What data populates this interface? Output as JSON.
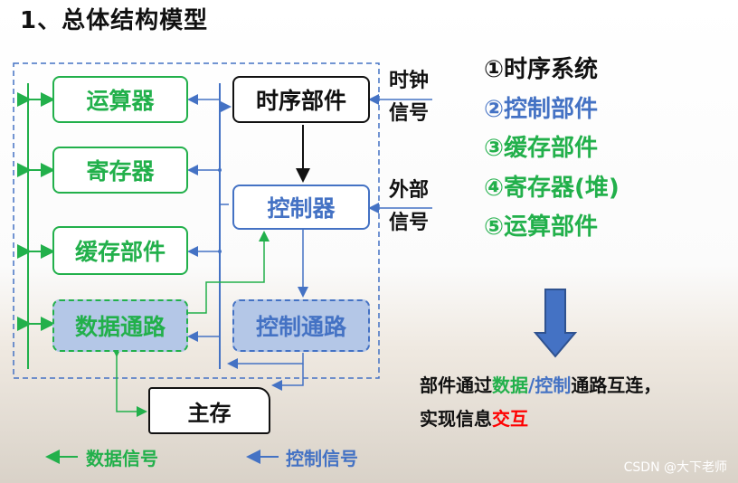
{
  "title": "1、总体结构模型",
  "boxes": {
    "alu": "运算器",
    "register": "寄存器",
    "cache": "缓存部件",
    "data_path": "数据通路",
    "timing": "时序部件",
    "controller": "控制器",
    "control_path": "控制通路",
    "memory": "主存"
  },
  "signals": {
    "clock_line1": "时钟",
    "clock_line2": "信号",
    "external_line1": "外部",
    "external_line2": "信号"
  },
  "systems": [
    {
      "text": "①时序系统",
      "color": "#111111"
    },
    {
      "text": "②控制部件",
      "color": "#4472c4"
    },
    {
      "text": "③缓存部件",
      "color": "#22b04b"
    },
    {
      "text": "④寄存器(堆)",
      "color": "#22b04b"
    },
    {
      "text": "⑤运算部件",
      "color": "#22b04b"
    }
  ],
  "note": {
    "line1_a": "部件通过",
    "line1_b": "数据",
    "line1_c": "/",
    "line1_d": "控制",
    "line1_e": "通路互连，",
    "line2_a": "实现信息",
    "line2_b": "交互"
  },
  "legend": {
    "data_signal": "数据信号",
    "control_signal": "控制信号"
  },
  "watermark": "CSDN @大下老师",
  "colors": {
    "green": "#22b04b",
    "blue": "#4472c4",
    "red": "#ff0000",
    "dash_fill": "#b4c7e7"
  }
}
